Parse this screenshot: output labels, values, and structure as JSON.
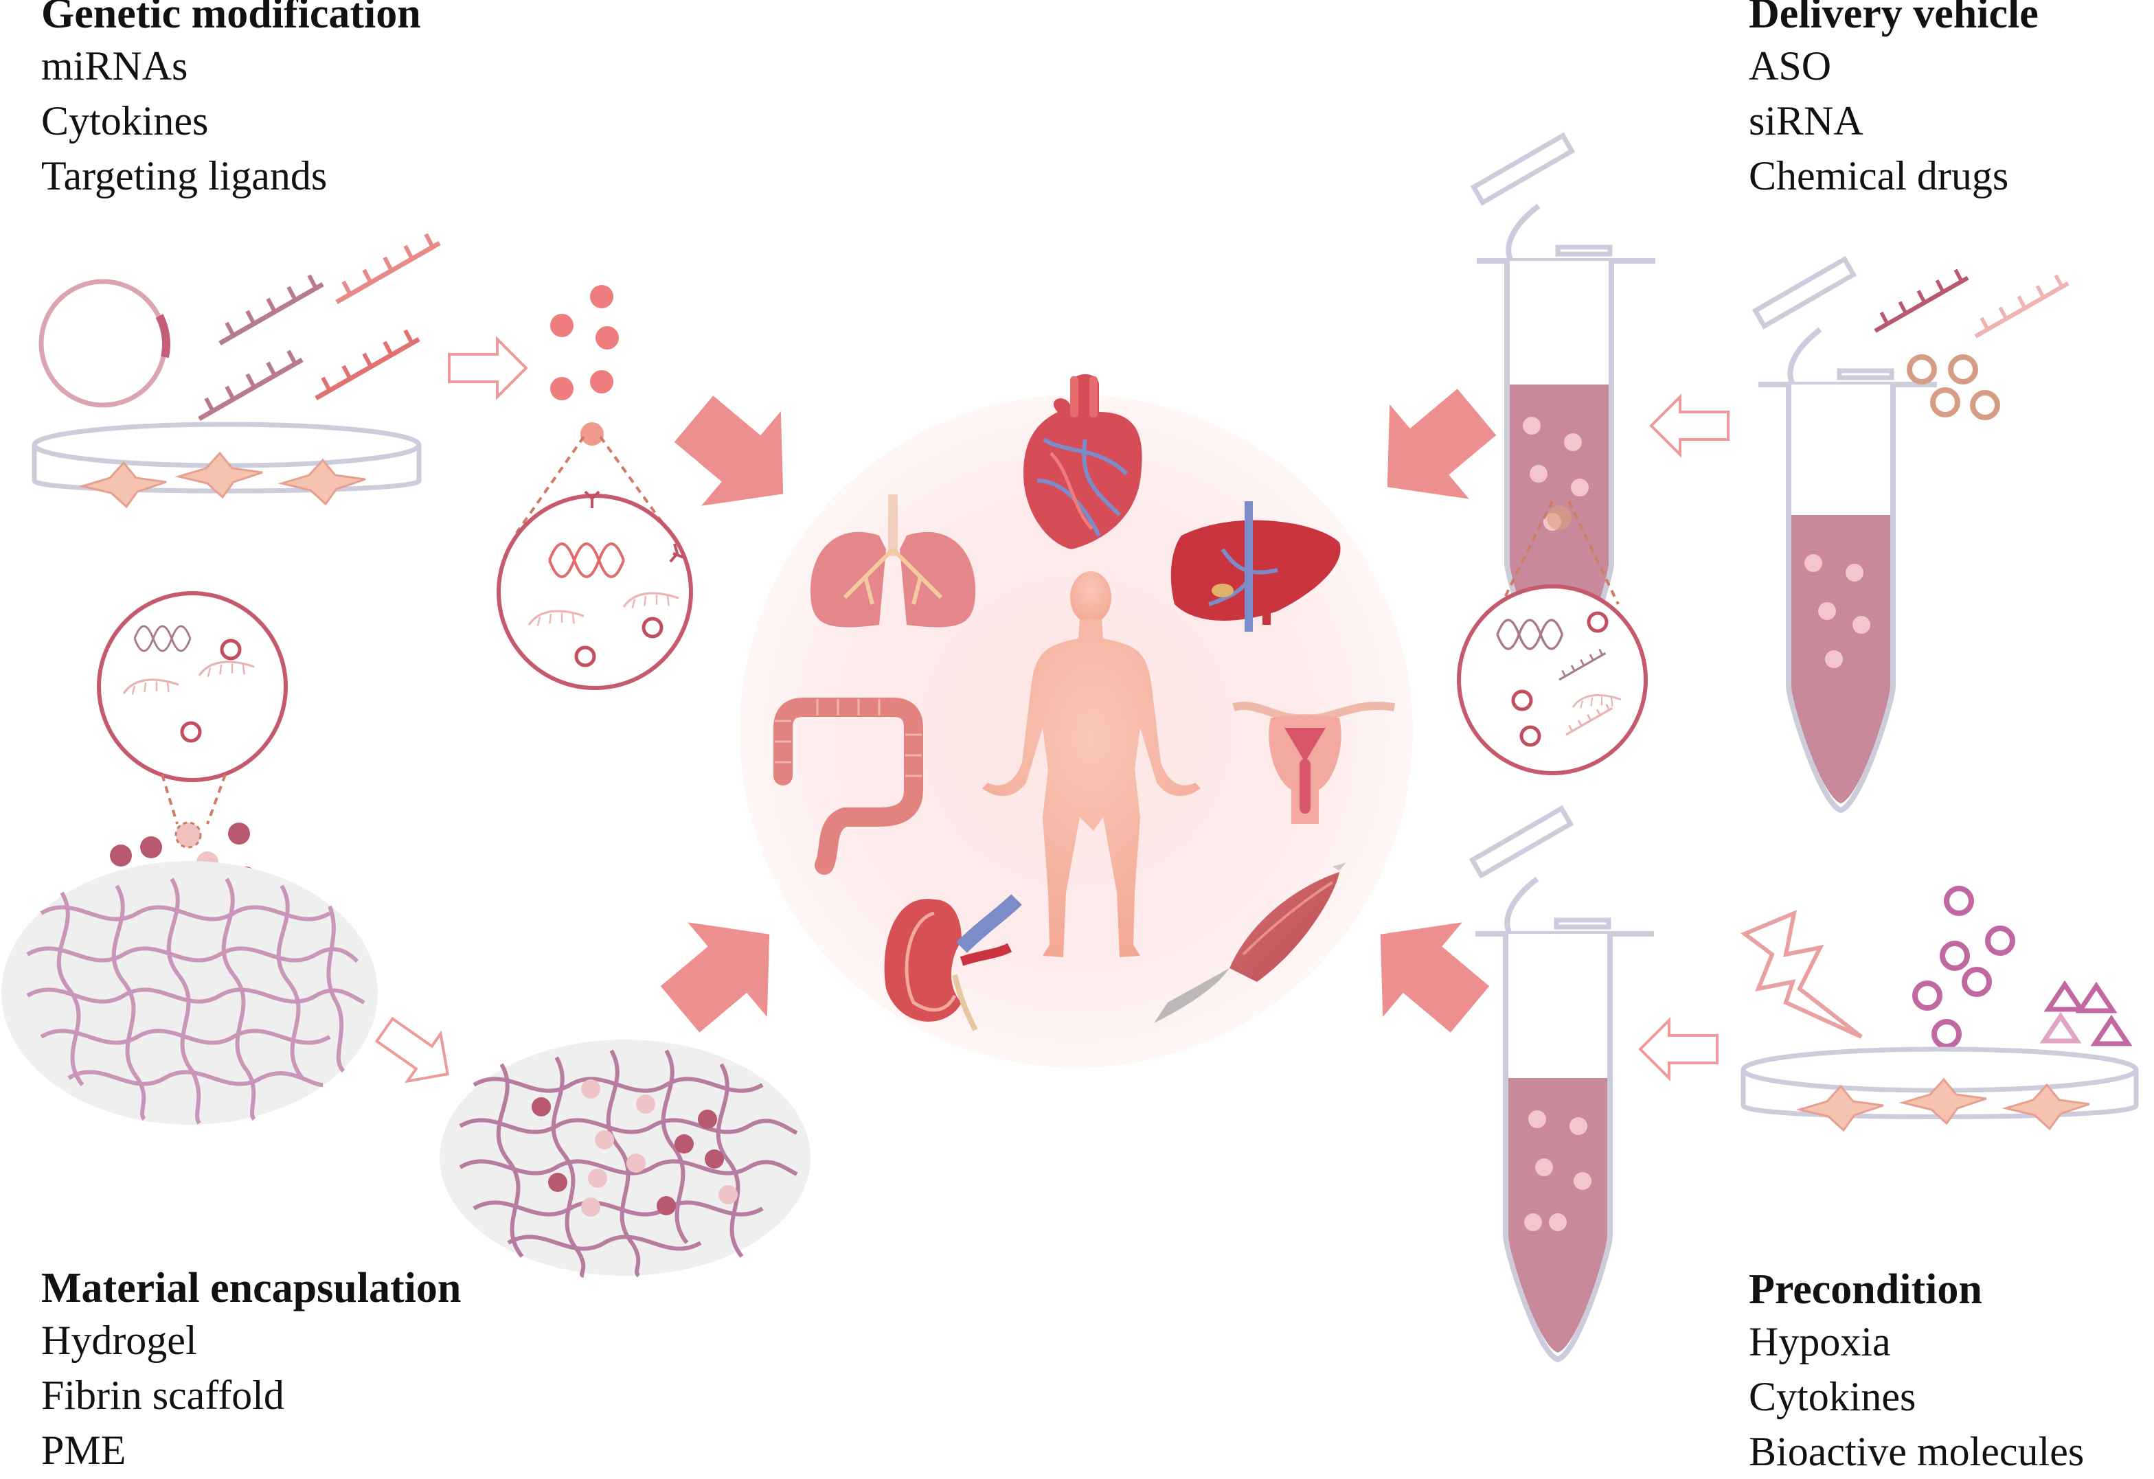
{
  "genetic_modification": {
    "title": "Genetic modification",
    "items": [
      "miRNAs",
      "Cytokines",
      "Targeting ligands"
    ]
  },
  "delivery_vehicle": {
    "title": "Delivery vehicle",
    "items": [
      "ASO",
      "siRNA",
      "Chemical drugs"
    ]
  },
  "material_encapsulation": {
    "title": "Material encapsulation",
    "items": [
      "Hydrogel",
      "Fibrin scaffold",
      "PME"
    ]
  },
  "precondition": {
    "title": "Precondition",
    "items": [
      "Hypoxia",
      "Cytokines",
      "Bioactive molecules"
    ]
  },
  "colors": {
    "arrow": "#ee8f8f",
    "pink": "#e07b7b",
    "mauve": "#b46d86",
    "rose_light": "#f2c6cb",
    "tube_outline": "#cdccdc",
    "tube_fill": "#c88a9b",
    "body": "#f6b9a8",
    "hydrogel_bg": "#f0efef",
    "fiber": "#c995b8",
    "magenta": "#c0689f"
  },
  "icons": {
    "center": [
      "human-body-icon",
      "heart-icon",
      "lungs-icon",
      "liver-icon",
      "colon-icon",
      "uterus-icon",
      "kidney-icon",
      "muscle-icon"
    ],
    "processes": [
      "plasmid-icon",
      "petri-dish-icon",
      "vesicle-icon",
      "test-tube-icon",
      "hydrogel-icon",
      "lightning-icon"
    ]
  }
}
